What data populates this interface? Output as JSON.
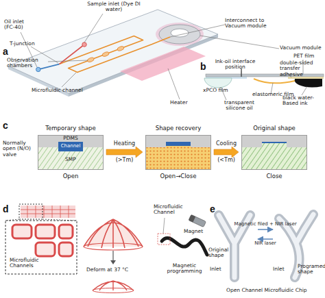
{
  "diagram": {
    "nodes": [
      {
        "text": [
          "Temporary shape",
          "PDMS",
          "Channel",
          "SMP",
          "Open"
        ]
      },
      {
        "text": [
          "Shape recovery",
          "Open→Close"
        ]
      },
      {
        "text": [
          "Original shape",
          "Close"
        ]
      },
      {
        "text": [
          "Original shape",
          "Inlet"
        ]
      },
      {
        "text": [
          "Programed shape",
          "Inlet"
        ]
      }
    ],
    "edges": [
      {
        "from": 0,
        "to": 1,
        "arrow": "to",
        "label": "Heating (>Tm)"
      },
      {
        "from": 1,
        "to": 2,
        "arrow": "to",
        "label": "Cooling (<Tm)"
      },
      {
        "from": 3,
        "to": 4,
        "arrow": "to",
        "label": "Magnetic filed + NIR laser"
      },
      {
        "from": 4,
        "to": 3,
        "arrow": "to",
        "label": "NIR laser"
      }
    ],
    "labels": [
      "a",
      "Sample inlet (Dye DI water)",
      "Oil inlet (FC-40)",
      "T-junction",
      "Observation chambers",
      "Microfluidic channel",
      "Interconnect to Vacuum module",
      "Vacuum module",
      "Heater",
      "b",
      "Ink-oil interface position",
      "PET film",
      "double-sided transfer adhesive",
      "xPCO film",
      "transparent silicone oil",
      "elastomeric film",
      "black water-Based ink",
      "c",
      "Normally open (N/O) valve",
      "d",
      "Microfluidic Channels",
      "Deform at 37 °C",
      "Microfluidic Channel",
      "Magnet",
      "Magnetic programming",
      "e",
      "Open Channel Microfluidic Chip"
    ]
  }
}
